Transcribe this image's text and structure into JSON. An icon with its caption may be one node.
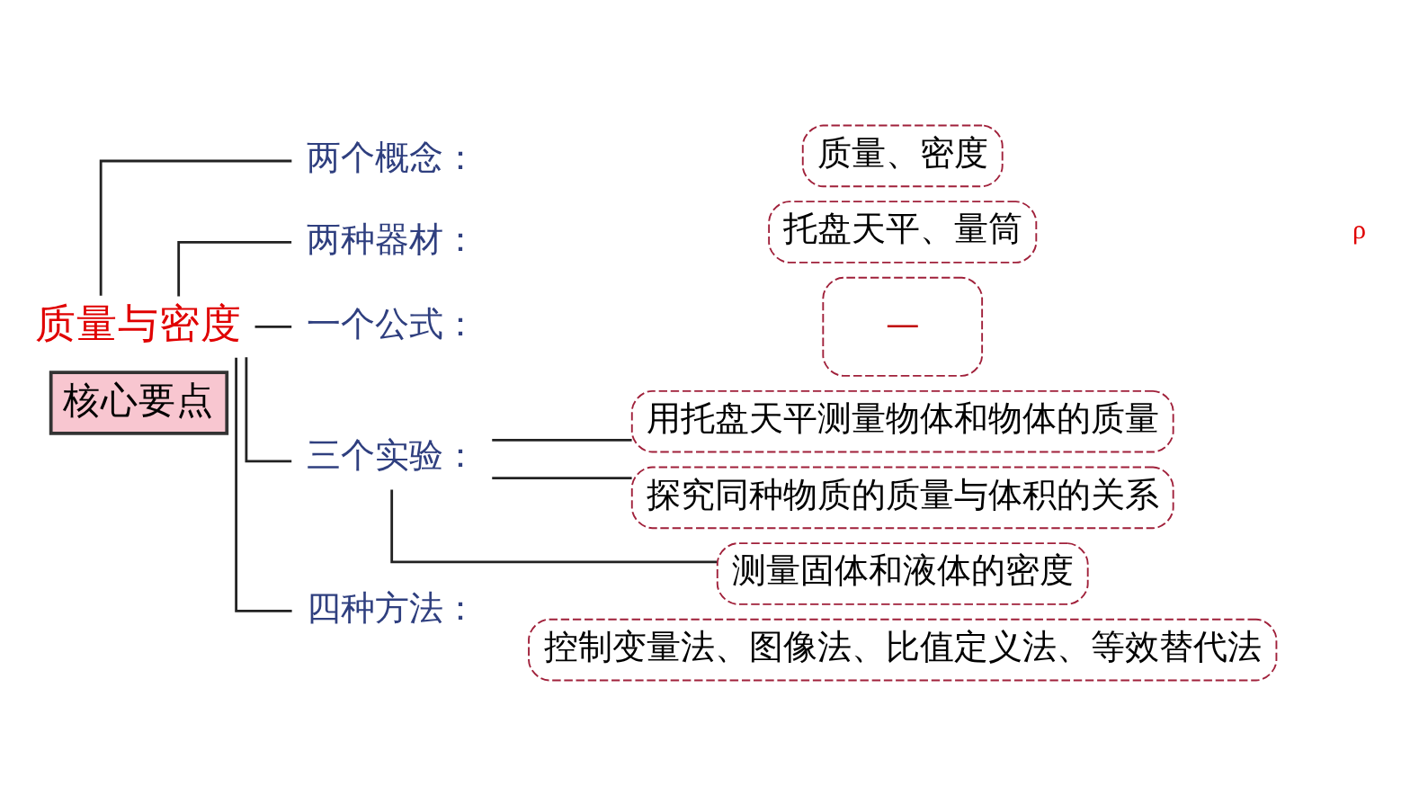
{
  "diagram": {
    "nodes": [
      {
        "text": [
          "核心要点"
        ]
      },
      {
        "text": [
          "质量与密度"
        ]
      },
      {
        "text": [
          "两个概念："
        ]
      },
      {
        "text": [
          "质量、密度"
        ]
      },
      {
        "text": [
          "两种器材："
        ]
      },
      {
        "text": [
          "托盘天平、量筒"
        ]
      },
      {
        "text": [
          "一个公式："
        ]
      },
      {
        "text": [
          "—"
        ]
      },
      {
        "text": [
          "三个实验："
        ]
      },
      {
        "text": [
          "用托盘天平测量物体和物体的质量"
        ]
      },
      {
        "text": [
          "探究同种物质的质量与体积的关系"
        ]
      },
      {
        "text": [
          "测量固体和液体的密度"
        ]
      },
      {
        "text": [
          "四种方法："
        ]
      },
      {
        "text": [
          "控制变量法、图像法、比值定义法、等效替代法"
        ]
      }
    ],
    "edges": [
      {
        "from": 1,
        "to": 2,
        "arrow": "none"
      },
      {
        "from": 1,
        "to": 4,
        "arrow": "none"
      },
      {
        "from": 1,
        "to": 6,
        "arrow": "none"
      },
      {
        "from": 1,
        "to": 8,
        "arrow": "none"
      },
      {
        "from": 1,
        "to": 12,
        "arrow": "none"
      },
      {
        "from": 8,
        "to": 9,
        "arrow": "none"
      },
      {
        "from": 8,
        "to": 10,
        "arrow": "none"
      },
      {
        "from": 8,
        "to": 11,
        "arrow": "none"
      }
    ],
    "labels": [
      "ρ"
    ]
  }
}
